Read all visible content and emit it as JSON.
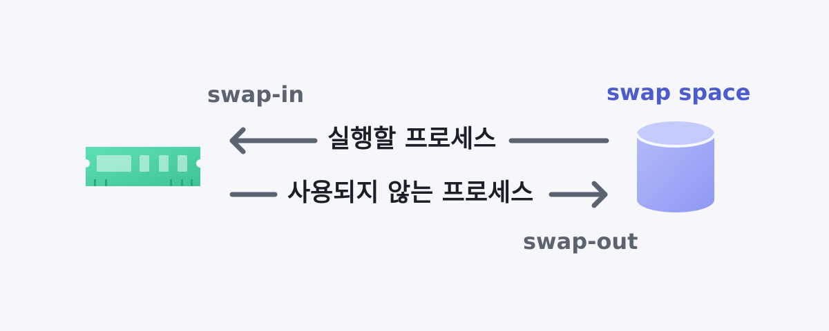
{
  "labels": {
    "swap_in": "swap-in",
    "swap_space": "swap space",
    "swap_out": "swap-out",
    "running_process": "실행할 프로세스",
    "unused_process": "사용되지 않는 프로세스"
  },
  "icons": {
    "memory": "ram-module-icon",
    "storage": "database-cylinder-icon"
  },
  "colors": {
    "background": "#f6f7fb",
    "arrow": "#5b6371",
    "label_gray": "#5b6371",
    "label_accent": "#4c5ccc",
    "ram_green": "#4fd1a5",
    "disk_purple": "#a0a9f7"
  }
}
